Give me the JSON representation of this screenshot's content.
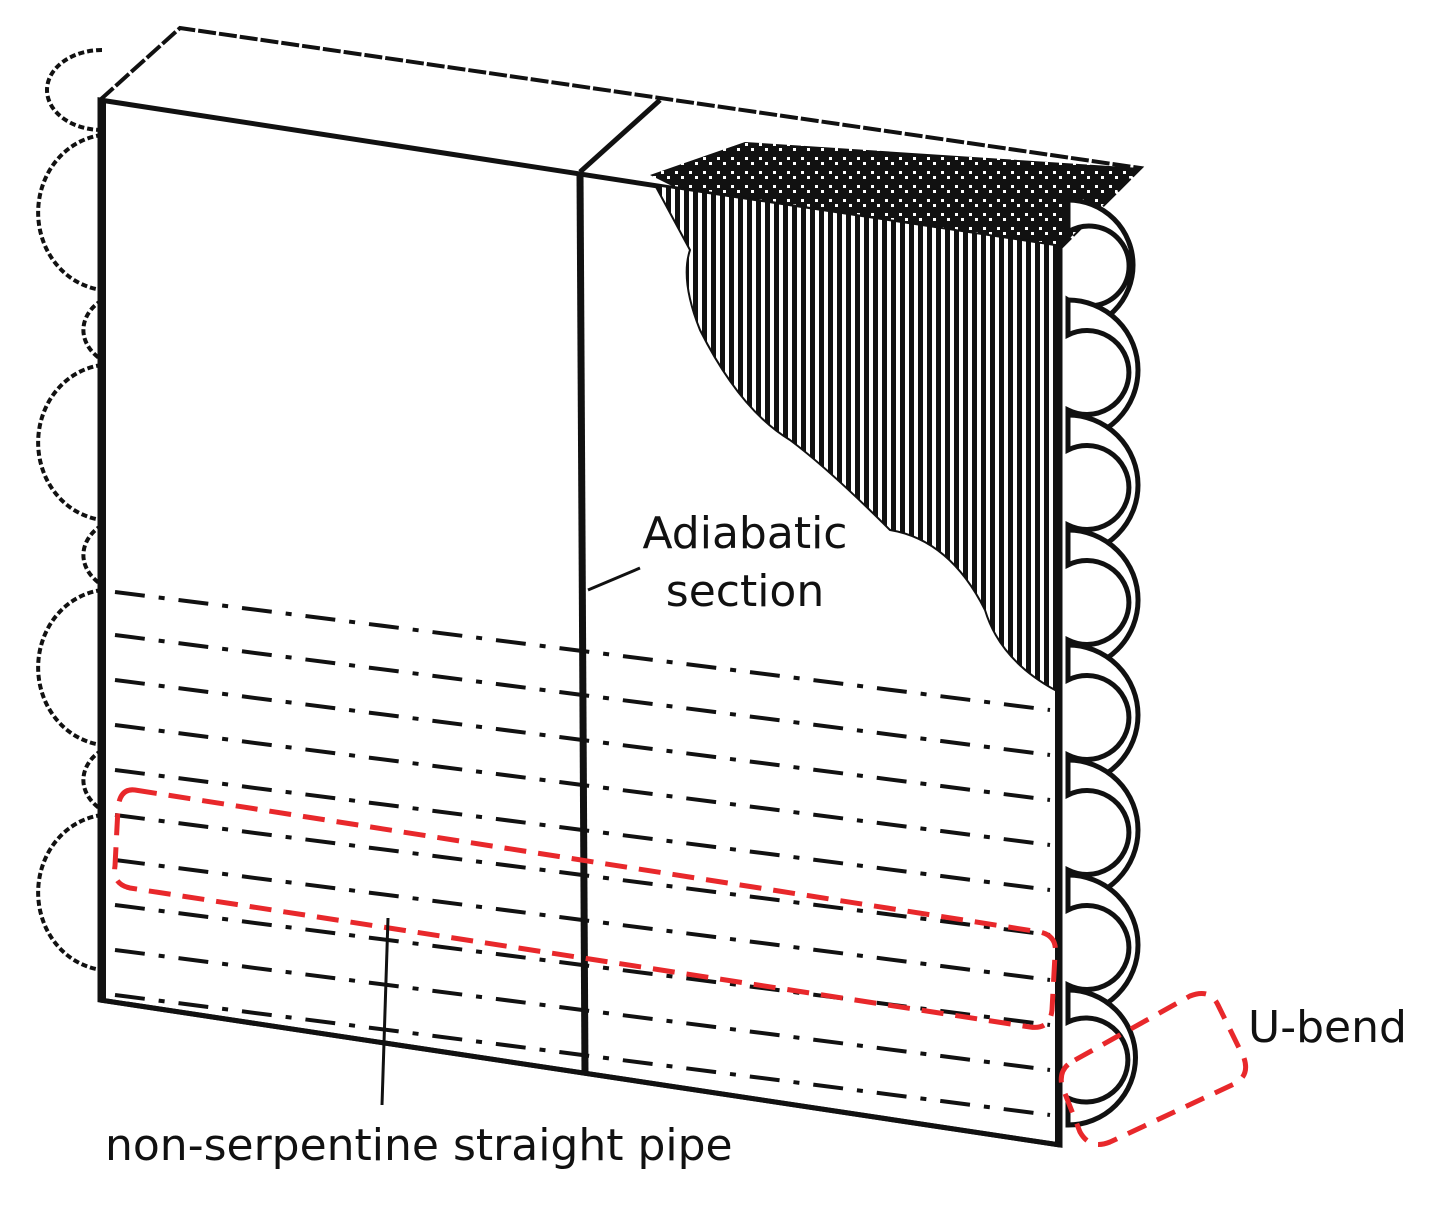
{
  "labels": {
    "adiabatic_line1": "Adiabatic",
    "adiabatic_line2": "section",
    "u_bend": "U-bend",
    "straight_pipe": "non-serpentine straight pipe"
  },
  "colors": {
    "ink": "#111111",
    "highlight": "#e8282b",
    "background": "#ffffff"
  },
  "icons": {
    "left_bends": "u-bend-loop-icon",
    "right_bends": "u-bend-loop-icon",
    "fin_hatching": "fin-hatch-pattern"
  }
}
